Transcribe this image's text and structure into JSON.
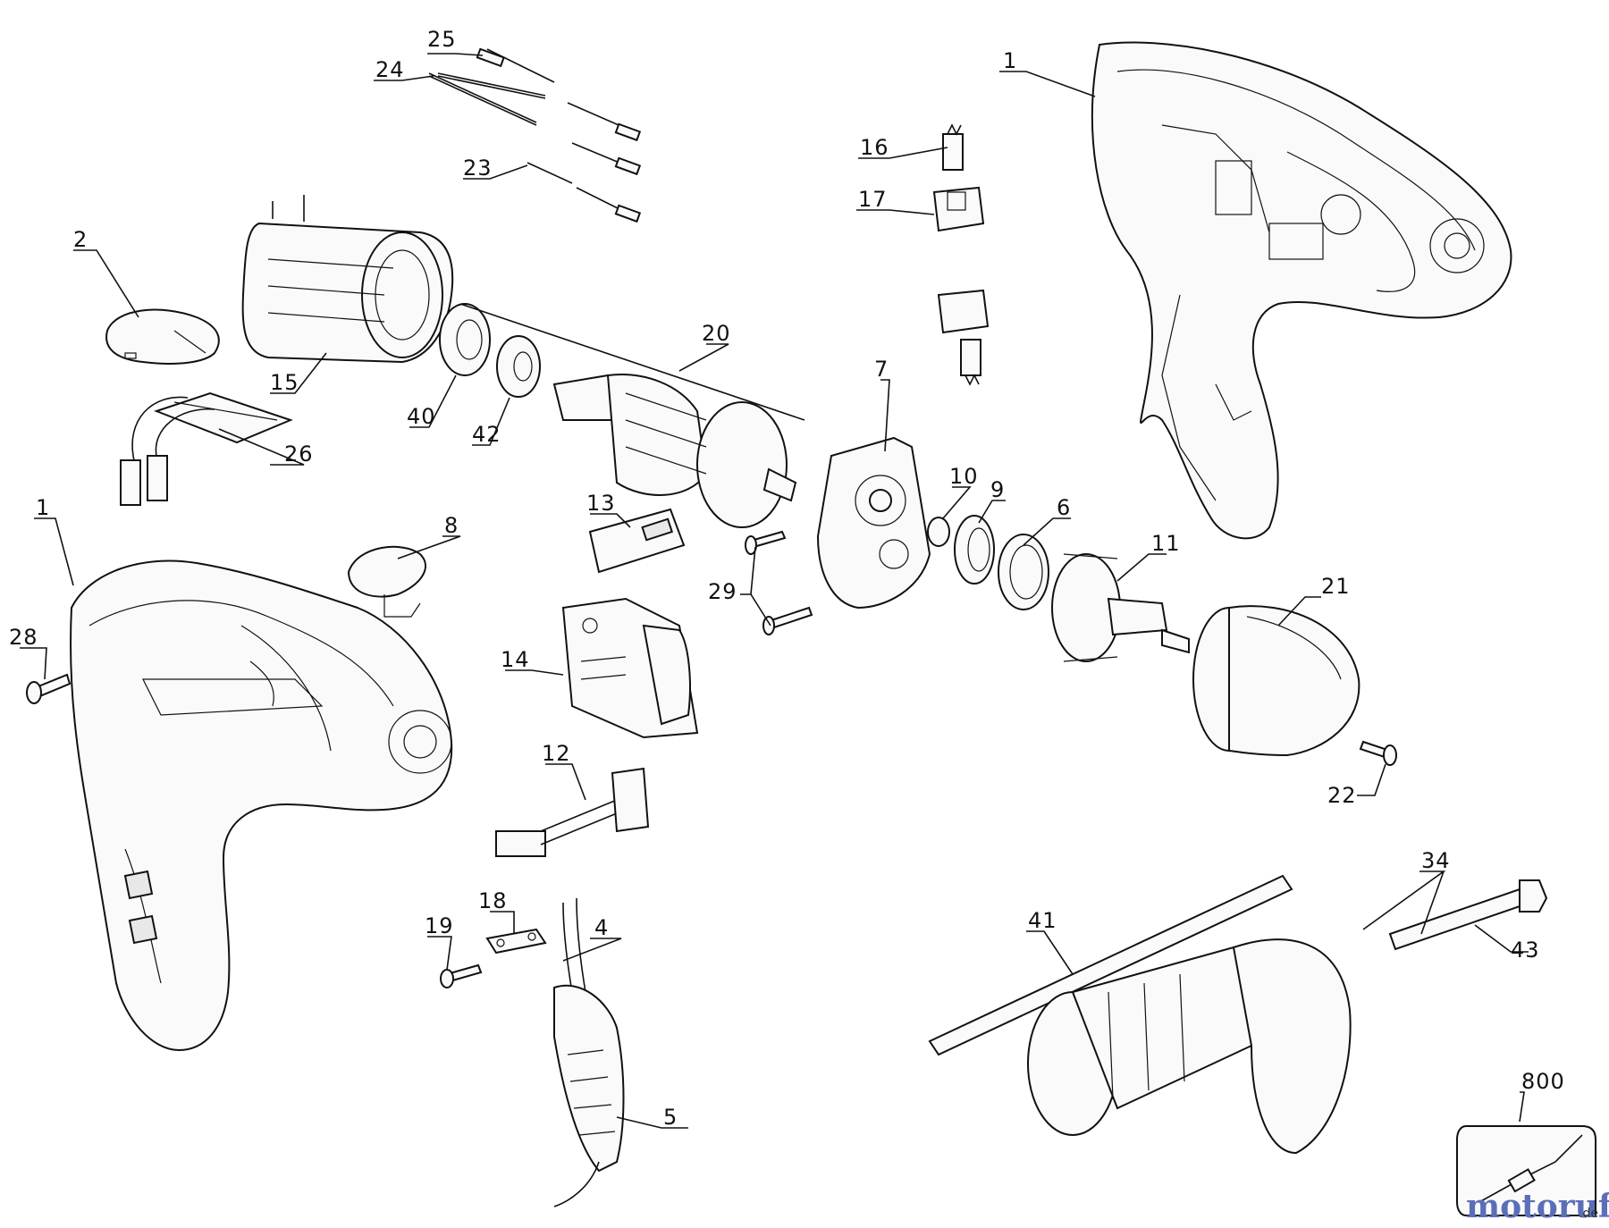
{
  "callouts": [
    {
      "id": "1",
      "label": "1"
    },
    {
      "id": "1b",
      "label": "1"
    },
    {
      "id": "2",
      "label": "2"
    },
    {
      "id": "4",
      "label": "4"
    },
    {
      "id": "5",
      "label": "5"
    },
    {
      "id": "6",
      "label": "6"
    },
    {
      "id": "7",
      "label": "7"
    },
    {
      "id": "8",
      "label": "8"
    },
    {
      "id": "9",
      "label": "9"
    },
    {
      "id": "10",
      "label": "10"
    },
    {
      "id": "11",
      "label": "11"
    },
    {
      "id": "12",
      "label": "12"
    },
    {
      "id": "13",
      "label": "13"
    },
    {
      "id": "14",
      "label": "14"
    },
    {
      "id": "15",
      "label": "15"
    },
    {
      "id": "16",
      "label": "16"
    },
    {
      "id": "17",
      "label": "17"
    },
    {
      "id": "18",
      "label": "18"
    },
    {
      "id": "19",
      "label": "19"
    },
    {
      "id": "20",
      "label": "20"
    },
    {
      "id": "21",
      "label": "21"
    },
    {
      "id": "22",
      "label": "22"
    },
    {
      "id": "23",
      "label": "23"
    },
    {
      "id": "24",
      "label": "24"
    },
    {
      "id": "25",
      "label": "25"
    },
    {
      "id": "26",
      "label": "26"
    },
    {
      "id": "28",
      "label": "28"
    },
    {
      "id": "29",
      "label": "29"
    },
    {
      "id": "34",
      "label": "34"
    },
    {
      "id": "40",
      "label": "40"
    },
    {
      "id": "41",
      "label": "41"
    },
    {
      "id": "42",
      "label": "42"
    },
    {
      "id": "43",
      "label": "43"
    },
    {
      "id": "800",
      "label": "800"
    }
  ],
  "watermark": {
    "text": "motoruf",
    "suffix": ".de"
  },
  "colors": {
    "ink": "#111111",
    "background": "#ffffff"
  }
}
